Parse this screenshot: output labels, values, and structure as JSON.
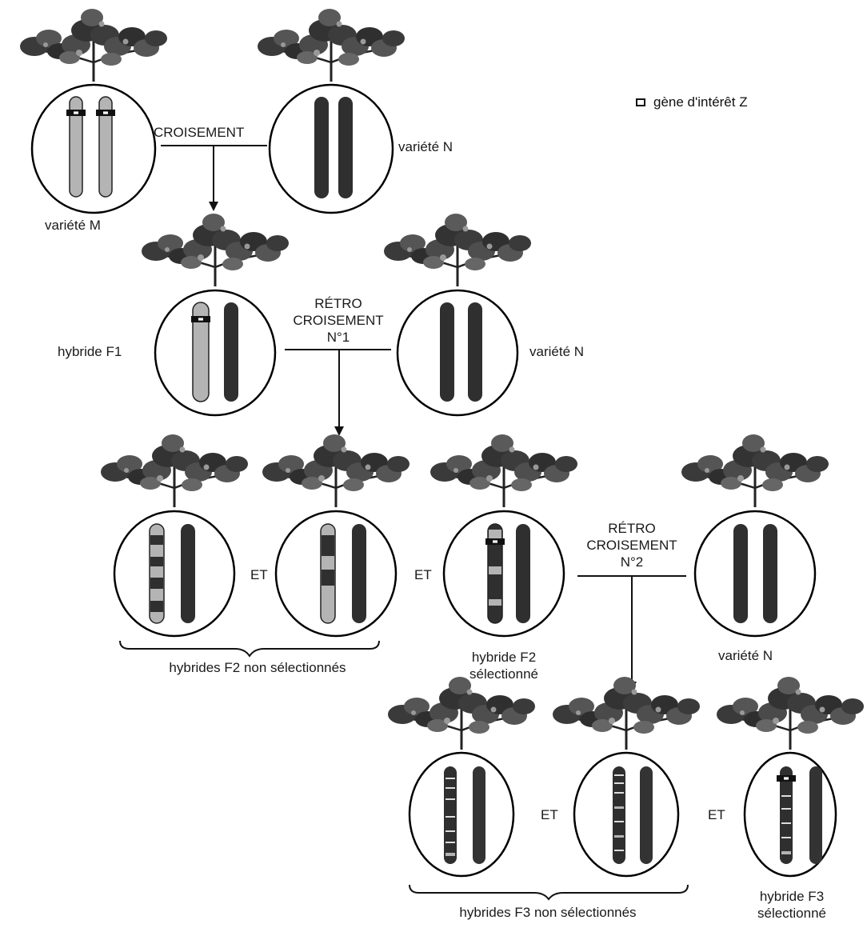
{
  "legend": {
    "gene_label": "gène d'intérêt Z"
  },
  "steps": {
    "cross": "CROISEMENT",
    "backcross1": [
      "RÉTRO",
      "CROISEMENT",
      "N°1"
    ],
    "backcross2": [
      "RÉTRO",
      "CROISEMENT",
      "N°2"
    ]
  },
  "labels": {
    "variety_m": "variété M",
    "variety_n": "variété N",
    "hybrid_f1": "hybride F1",
    "and": "ET",
    "f2_not_selected": "hybrides F2 non sélectionnés",
    "f2_selected": [
      "hybride F2",
      "sélectionné"
    ],
    "f3_not_selected": "hybrides F3 non sélectionnés",
    "f3_selected": [
      "hybride F3",
      "sélectionné"
    ]
  },
  "colors": {
    "variety_m": "#b4b4b4",
    "variety_n": "#2f2f2f",
    "gene": "#000000"
  }
}
